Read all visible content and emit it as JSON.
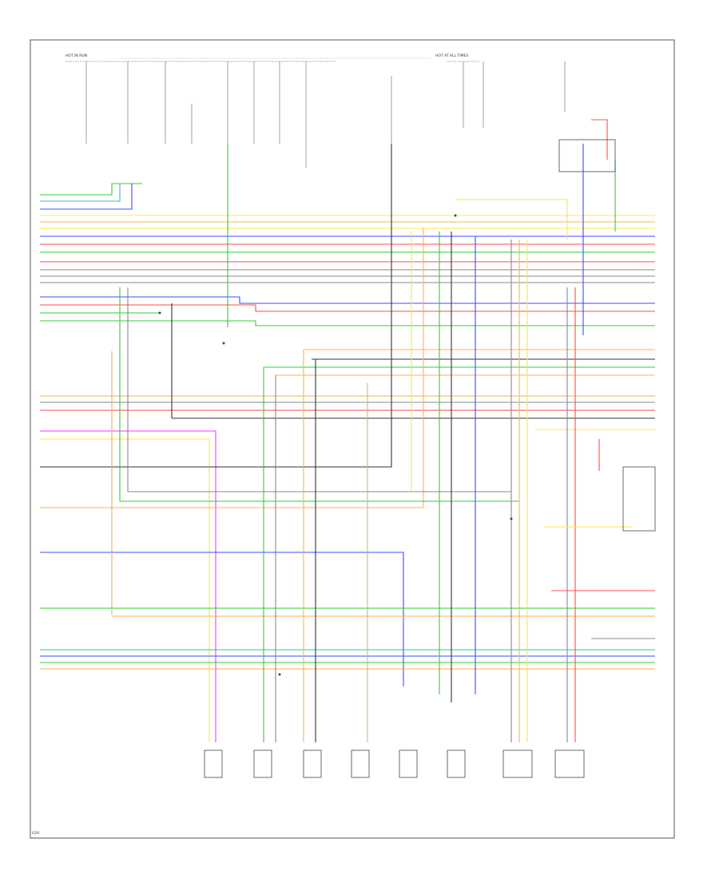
{
  "labels": {
    "fuse_top_left": "HOT IN RUN",
    "fuse_top_right": "HOT AT ALL TIMES",
    "code": "G20"
  },
  "colors": {
    "border": "#555555",
    "wire_red": "#ff4d4d",
    "wire_blue": "#3b4cff",
    "wire_green": "#33cc33",
    "wire_yellow": "#ffe44d",
    "wire_orange": "#ffb347",
    "wire_magenta": "#ff33ff",
    "wire_gray": "#888888",
    "wire_black": "#333333",
    "wire_teal": "#33bbbb",
    "wire_tan": "#d9b36b",
    "wire_pink": "#ffaaaa"
  }
}
